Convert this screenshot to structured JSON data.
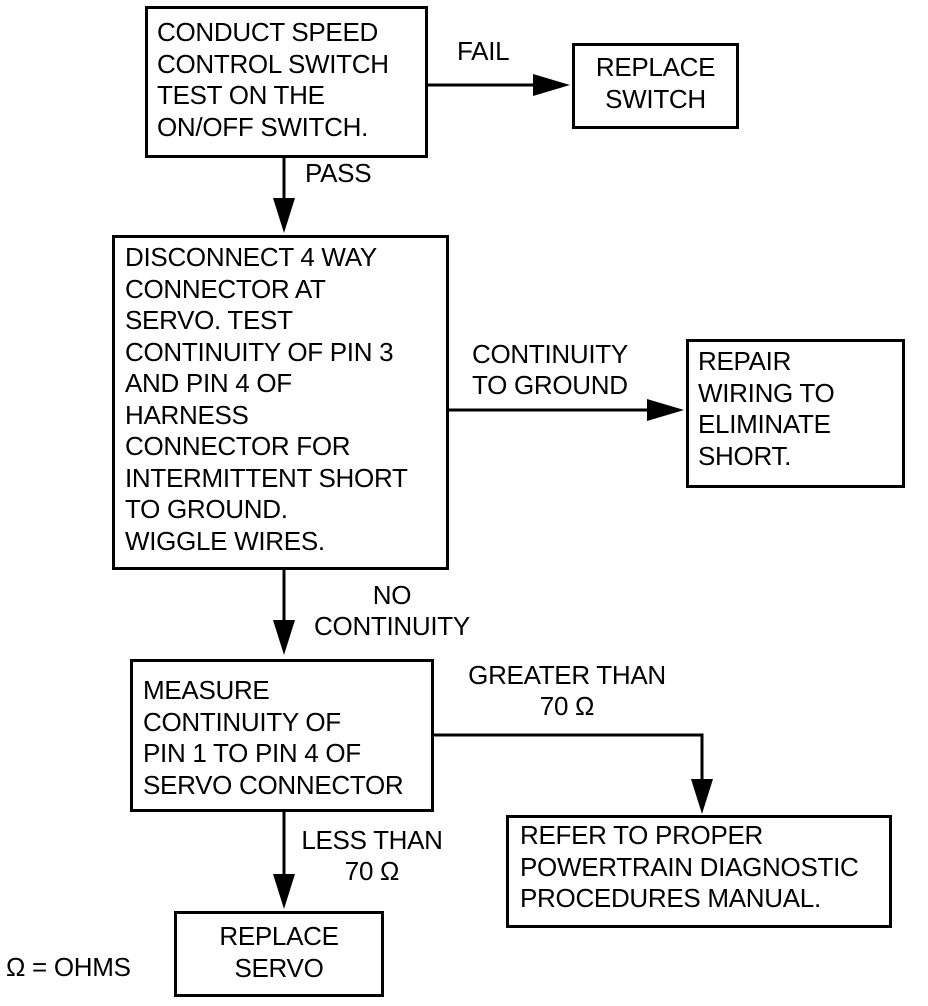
{
  "nodes": {
    "speed_switch_test": "CONDUCT SPEED\nCONTROL SWITCH\nTEST ON THE\nON/OFF SWITCH.",
    "replace_switch": "REPLACE\nSWITCH",
    "connector_test": "DISCONNECT 4 WAY\nCONNECTOR AT\nSERVO. TEST\nCONTINUITY OF PIN 3\nAND PIN 4 OF\nHARNESS\nCONNECTOR FOR\nINTERMITTENT SHORT\nTO GROUND.\nWIGGLE WIRES.",
    "repair_wiring": "REPAIR\nWIRING TO\nELIMINATE\nSHORT.",
    "measure_continuity": "MEASURE\nCONTINUITY OF\nPIN 1 TO PIN 4 OF\nSERVO CONNECTOR",
    "refer_manual": "REFER TO PROPER\nPOWERTRAIN DIAGNOSTIC\nPROCEDURES MANUAL.",
    "replace_servo": "REPLACE\nSERVO"
  },
  "edges": {
    "fail": "FAIL",
    "pass": "PASS",
    "continuity_to_ground": "CONTINUITY\nTO GROUND",
    "no_continuity": "NO\nCONTINUITY",
    "greater_than": "GREATER THAN\n70 Ω",
    "less_than": "LESS THAN\n70 Ω"
  },
  "legend": "Ω = OHMS",
  "colors": {
    "ink": "#000000",
    "paper": "#ffffff"
  }
}
